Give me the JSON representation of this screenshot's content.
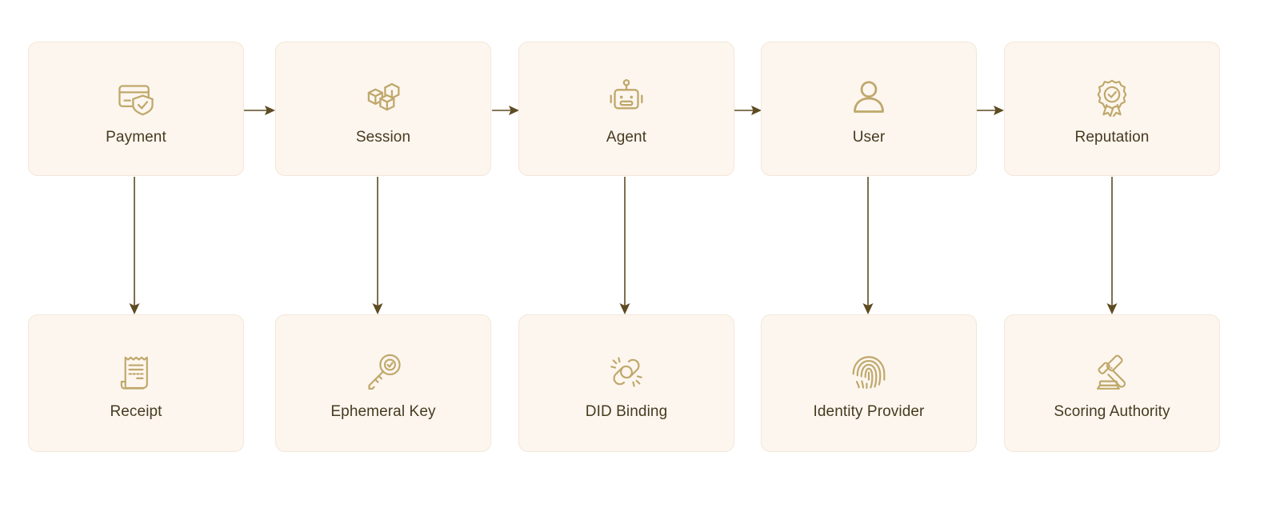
{
  "diagram": {
    "type": "flow-diagram",
    "title": "",
    "background_color": "#ffffff",
    "card_fill": "#fdf6ef",
    "card_border": "#f3e7d8",
    "icon_color": "#bfa86b",
    "label_color": "#473a1f",
    "arrow_color": "#5d4b22",
    "top_row": [
      {
        "id": "payment",
        "label": "Payment",
        "icon": "credit-card-shield-icon"
      },
      {
        "id": "session",
        "label": "Session",
        "icon": "boxes-cubes-icon"
      },
      {
        "id": "agent",
        "label": "Agent",
        "icon": "robot-icon"
      },
      {
        "id": "user",
        "label": "User",
        "icon": "user-person-icon"
      },
      {
        "id": "reputation",
        "label": "Reputation",
        "icon": "award-ribbon-check-icon"
      }
    ],
    "bottom_row": [
      {
        "id": "receipt",
        "label": "Receipt",
        "icon": "receipt-icon"
      },
      {
        "id": "ephemeral-key",
        "label": "Ephemeral Key",
        "icon": "key-check-icon"
      },
      {
        "id": "did-binding",
        "label": "DID Binding",
        "icon": "broken-link-icon"
      },
      {
        "id": "identity-provider",
        "label": "Identity Provider",
        "icon": "fingerprint-icon"
      },
      {
        "id": "scoring-authority",
        "label": "Scoring Authority",
        "icon": "gavel-icon"
      }
    ],
    "horizontal_edges": [
      {
        "from": "Payment",
        "to": "Session"
      },
      {
        "from": "Session",
        "to": "Agent"
      },
      {
        "from": "Agent",
        "to": "User"
      },
      {
        "from": "User",
        "to": "Reputation"
      }
    ],
    "vertical_edges": [
      {
        "from": "Payment",
        "to": "Receipt"
      },
      {
        "from": "Session",
        "to": "Ephemeral Key"
      },
      {
        "from": "Agent",
        "to": "DID Binding"
      },
      {
        "from": "User",
        "to": "Identity Provider"
      },
      {
        "from": "Reputation",
        "to": "Scoring Authority"
      }
    ]
  }
}
